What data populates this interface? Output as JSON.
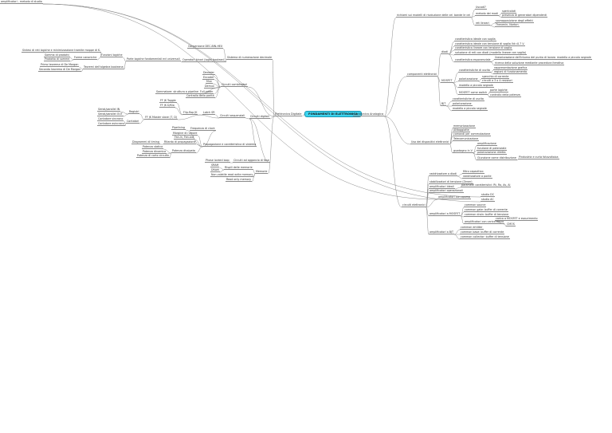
{
  "colors": {
    "root_bg": "#3dd3ee",
    "line": "#8a8a8a",
    "text": "#333333"
  },
  "mindmap": {
    "id": "root",
    "label": "FONDAMENTI DI ELETTRONICA",
    "children": [
      {
        "id": "e-analog",
        "label": "Elettronica Analogica",
        "children": [
          {
            "id": "a-semi",
            "label": "richiami sui modelli di rivoluzione delle cei",
            "children": [
              {
                "id": "a-semi-b",
                "label": "bande le cei",
                "children": [
                  {
                    "id": "a-semi-b1",
                    "label": "Uscodi?"
                  },
                  {
                    "id": "a-semi-b2",
                    "label": "metodo dei modi",
                    "children": [
                      {
                        "id": "a-semi-b2a",
                        "label": "spericolati"
                      },
                      {
                        "id": "a-semi-b2b",
                        "label": "presenza di generatori dipendenti"
                      }
                    ]
                  },
                  {
                    "id": "a-semi-b3",
                    "label": "reti lineari",
                    "children": [
                      {
                        "id": "a-semi-b3a",
                        "label": "sovrapposizione degli effetti"
                      },
                      {
                        "id": "a-semi-b3b",
                        "label": "Thevenin, Norton"
                      }
                    ]
                  }
                ]
              }
            ]
          },
          {
            "id": "a-comp",
            "label": "componenti elettronici",
            "children": [
              {
                "id": "a-diodi",
                "label": "diodi",
                "children": [
                  {
                    "id": "a-d1",
                    "label": "caratteristica ideale con soglia"
                  },
                  {
                    "id": "a-d2",
                    "label": "caratteristica ideale con tensione di soglia Vd=0.7 V"
                  },
                  {
                    "id": "a-d3",
                    "label": "caratteristica lineare con tensione di soglia"
                  },
                  {
                    "id": "a-d4",
                    "label": "soluzione di reti con diodi (modello lineare con soglia)"
                  },
                  {
                    "id": "a-d5",
                    "label": "caratteristica esponenziale",
                    "children": [
                      {
                        "id": "a-d5a",
                        "label": "linearizzazione dell'intorno del punto di lavoro",
                        "children": [
                          {
                            "id": "a-d5a1",
                            "label": "modello a piccolo segnale"
                          }
                        ]
                      },
                      {
                        "id": "a-d5b",
                        "label": "ricerca della soluzione mediante procedura iterativa"
                      }
                    ]
                  }
                ]
              },
              {
                "id": "a-mos",
                "label": "MOSFET",
                "children": [
                  {
                    "id": "a-m1",
                    "label": "caratteristiche di uscita",
                    "children": [
                      {
                        "id": "a-m1a",
                        "label": "rappresentazione grafica"
                      },
                      {
                        "id": "a-m1b",
                        "label": "regioni di funzionamento"
                      }
                    ]
                  },
                  {
                    "id": "a-m2",
                    "label": "polarizzazione",
                    "children": [
                      {
                        "id": "a-m2a",
                        "label": "specchio di corrente"
                      },
                      {
                        "id": "a-m2b",
                        "label": "circuiti a 3 o 4 resistori"
                      }
                    ]
                  },
                  {
                    "id": "a-m3",
                    "label": "modello a piccolo segnale"
                  },
                  {
                    "id": "a-m4",
                    "label": "MOSFET come switch",
                    "children": [
                      {
                        "id": "a-m4a",
                        "label": "porte logiche"
                      },
                      {
                        "id": "a-m4b",
                        "label": "controllo della potenza"
                      }
                    ]
                  }
                ]
              },
              {
                "id": "a-bjt",
                "label": "BJT",
                "children": [
                  {
                    "id": "a-b1",
                    "label": "caratteristiche di uscita"
                  },
                  {
                    "id": "a-b2",
                    "label": "polarizzazione"
                  },
                  {
                    "id": "a-b3",
                    "label": "modello a piccolo segnale"
                  }
                ]
              }
            ]
          },
          {
            "id": "a-disp",
            "label": "Uso dei dispositivi elettronici",
            "children": [
              {
                "id": "a-u1",
                "label": "memorizzazione"
              },
              {
                "id": "a-u2",
                "label": "ANtaggiatte"
              },
              {
                "id": "a-u3",
                "label": "comandi per commutazione"
              },
              {
                "id": "a-u4",
                "label": "Telecomunicazione"
              },
              {
                "id": "a-u5",
                "label": "guadagno in V",
                "children": [
                  {
                    "id": "a-u5a",
                    "label": "amplificazione"
                  },
                  {
                    "id": "a-u5b",
                    "label": "funzione di potenziale"
                  },
                  {
                    "id": "a-u5c",
                    "label": "polarizzazione diretta"
                  },
                  {
                    "id": "a-u5d",
                    "label": "Giunzione come distribuzione",
                    "children": [
                      {
                        "id": "a-u5d1",
                        "label": "Pindustria e curta fotovoltaica"
                      }
                    ]
                  }
                ]
              }
            ]
          },
          {
            "id": "a-circ",
            "label": "circuiti elettronici",
            "children": [
              {
                "id": "a-c1",
                "label": "raddrizzatore a diodi",
                "children": [
                  {
                    "id": "a-c1a",
                    "label": "filtro capacitivo"
                  },
                  {
                    "id": "a-c1b",
                    "label": "raddrizzatore a ponte"
                  }
                ]
              },
              {
                "id": "a-c2",
                "label": "stabilizzatori di tensione (Zener)"
              },
              {
                "id": "a-c3",
                "label": "amplificatori ideali",
                "children": [
                  {
                    "id": "a-c3a",
                    "label": "parametri caratteristici: Rt, Ro, Av, Ai"
                  }
                ]
              },
              {
                "id": "a-c4",
                "label": "amplificatori operazionali"
              },
              {
                "id": "a-c5",
                "label": "amplificatori con opamp",
                "children": [
                  {
                    "id": "a-c5a",
                    "label": "amplificatori - metodo di studio",
                    "children": [
                      {
                        "id": "a-c5a1",
                        "label": "studio DC"
                      },
                      {
                        "id": "a-c5a2",
                        "label": "studio AC"
                      }
                    ]
                  }
                ]
              },
              {
                "id": "a-c6",
                "label": "amplificatori a MOSFET",
                "children": [
                  {
                    "id": "a-c6a",
                    "label": "common source"
                  },
                  {
                    "id": "a-c6b",
                    "label": "common gate: buffer di corrente"
                  },
                  {
                    "id": "a-c6c",
                    "label": "common drain: buffer di tensione"
                  },
                  {
                    "id": "a-c6d",
                    "label": "amplificatori con carico attivo",
                    "children": [
                      {
                        "id": "a-c6d1",
                        "label": "carico a MOSFET e esaurimento"
                      },
                      {
                        "id": "a-c6d2",
                        "label": "CMOS"
                      }
                    ]
                  }
                ]
              },
              {
                "id": "a-c7",
                "label": "amplificatori a BJT",
                "children": [
                  {
                    "id": "a-c7a",
                    "label": "common emitter"
                  },
                  {
                    "id": "a-c7b",
                    "label": "common base: buffer di corrente"
                  },
                  {
                    "id": "a-c7c",
                    "label": "common collector: buffer di tensione"
                  }
                ]
              }
            ]
          }
        ]
      },
      {
        "id": "e-digital",
        "label": "Elettronica Digitale",
        "children": [
          {
            "id": "d-num",
            "label": "Sistema di numerazione decimale",
            "children": [
              {
                "id": "d-n1",
                "label": "Conversione DEC-BIN-HEX"
              },
              {
                "id": "d-n2",
                "label": "Operatori binari (logici booleani)",
                "children": [
                  {
                    "id": "d-n2a",
                    "label": "Porte logiche fondamentali ed universali",
                    "children": [
                      {
                        "id": "d-f",
                        "label": "Funzioni logiche",
                        "children": [
                          {
                            "id": "d-f1",
                            "label": "Sintesi di reti logiche e minimizzazione tramite mappe di K."
                          },
                          {
                            "id": "d-f2",
                            "label": "Forme canoniche",
                            "children": [
                              {
                                "id": "d-f2a",
                                "label": "Somma di prodotti"
                              },
                              {
                                "id": "d-f2b",
                                "label": "Prodotto di somme"
                              }
                            ]
                          }
                        ]
                      },
                      {
                        "id": "d-t",
                        "label": "Teoremi dell'algebra booleana",
                        "children": [
                          {
                            "id": "d-t1",
                            "label": "Primo teorema di De Morgan"
                          },
                          {
                            "id": "d-t2",
                            "label": "Secondo teorema di De Morgan"
                          }
                        ]
                      }
                    ]
                  }
                ]
              }
            ]
          },
          {
            "id": "d-comb",
            "label": "Circuiti combinatori",
            "children": [
              {
                "id": "d-cb1",
                "label": "Decoder"
              },
              {
                "id": "d-cb2",
                "label": "Encoder"
              },
              {
                "id": "d-cb3",
                "label": "Mux"
              },
              {
                "id": "d-cb4",
                "label": "Demux"
              },
              {
                "id": "d-cb5",
                "label": "Full-adder"
              },
              {
                "id": "d-cb6",
                "label": "Sommatore: struttura a pipeline"
              },
              {
                "id": "d-cb7",
                "label": "Controllo della parità"
              }
            ]
          },
          {
            "id": "d-dig",
            "label": "Circuiti digitali",
            "children": [
              {
                "id": "d-seq",
                "label": "Circuiti sequenziali",
                "children": [
                  {
                    "id": "d-flip",
                    "label": "Flip-flop JK",
                    "children": [
                      {
                        "id": "d-fl1",
                        "label": "FF JK Toggle"
                      },
                      {
                        "id": "d-fl2",
                        "label": "FF JK D/Kio"
                      }
                    ]
                  },
                  {
                    "id": "d-latch",
                    "label": "Latch SR",
                    "children": [
                      {
                        "id": "d-ms",
                        "label": "FF JK Master slave (T, D)",
                        "children": [
                          {
                            "id": "d-reg",
                            "label": "Registri",
                            "children": [
                              {
                                "id": "d-reg1",
                                "label": "Serial/parallel IN"
                              },
                              {
                                "id": "d-reg2",
                                "label": "Serial/parallel OUT"
                              }
                            ]
                          },
                          {
                            "id": "d-cnt",
                            "label": "Contatori",
                            "children": [
                              {
                                "id": "d-cnt1",
                                "label": "Contatore sincrono"
                              },
                              {
                                "id": "d-cnt2",
                                "label": "Contatore asincrono"
                              }
                            ]
                          }
                        ]
                      }
                    ]
                  }
                ]
              },
              {
                "id": "d-prop",
                "label": "Propagazione e caratteristica di sistema",
                "children": [
                  {
                    "id": "d-p1",
                    "label": "Pipelining"
                  },
                  {
                    "id": "d-p2",
                    "label": "Frequenza di clock"
                  },
                  {
                    "id": "d-p3",
                    "label": "Margine di rumore"
                  },
                  {
                    "id": "d-p4",
                    "label": "Fan-in, Fan-out"
                  },
                  {
                    "id": "d-p5",
                    "label": "Ritardo di propagazione",
                    "children": [
                      {
                        "id": "d-p5a",
                        "label": "Diagrammi di timing"
                      }
                    ]
                  },
                  {
                    "id": "d-p6",
                    "label": "Potenza dissipata",
                    "children": [
                      {
                        "id": "d-p6a",
                        "label": "Potenza statica"
                      },
                      {
                        "id": "d-p6b",
                        "label": "Potenza dinamica"
                      },
                      {
                        "id": "d-p6c",
                        "label": "Potenza di corto circuito"
                      }
                    ]
                  }
                ]
              },
              {
                "id": "d-mem-a",
                "label": "Circuiti ad aggancio di fase",
                "children": [
                  {
                    "id": "d-ma1",
                    "label": "Phase locked loop"
                  }
                ]
              }
            ]
          },
          {
            "id": "d-mem",
            "label": "Memorie",
            "children": [
              {
                "id": "d-m1",
                "label": "Rispili delle memorie",
                "children": [
                  {
                    "id": "d-m1a",
                    "label": "SRAM"
                  },
                  {
                    "id": "d-m1b",
                    "label": "DRAM"
                  }
                ]
              },
              {
                "id": "d-m2",
                "label": "Non volatile read write memory"
              },
              {
                "id": "d-m3",
                "label": "Read only memory"
              }
            ]
          }
        ]
      }
    ]
  }
}
